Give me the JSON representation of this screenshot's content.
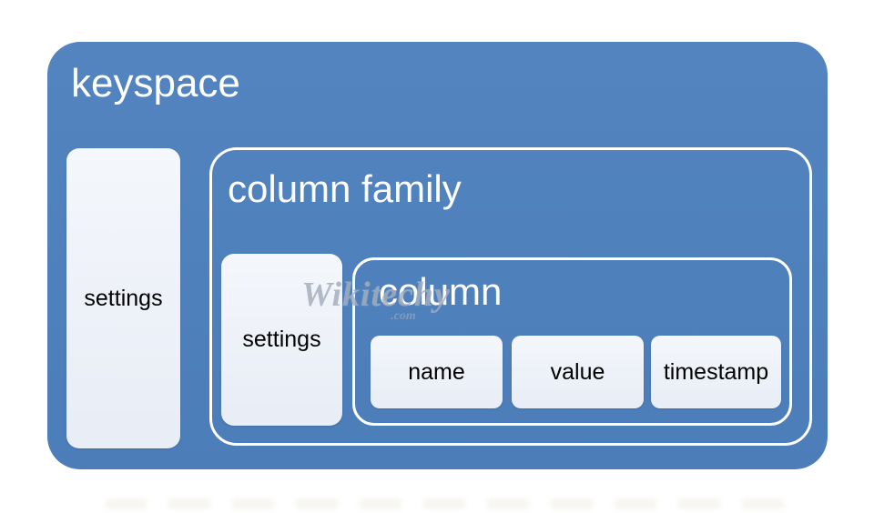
{
  "diagram": {
    "keyspace": {
      "label": "keyspace",
      "settings_label": "settings",
      "column_family": {
        "label": "column family",
        "settings_label": "settings",
        "column": {
          "label": "column",
          "cells": [
            {
              "label": "name"
            },
            {
              "label": "value"
            },
            {
              "label": "timestamp"
            }
          ]
        }
      }
    },
    "watermark": {
      "name": "Wikitechy",
      "suffix": ".com"
    },
    "colors": {
      "container_blue": "#4F81BD",
      "panel_light": "#EDF1F8",
      "border_white": "#FFFFFF",
      "label_on_blue": "#FFFFFF",
      "label_on_light": "#000000",
      "watermark_gray": "#9EA8B8"
    }
  }
}
